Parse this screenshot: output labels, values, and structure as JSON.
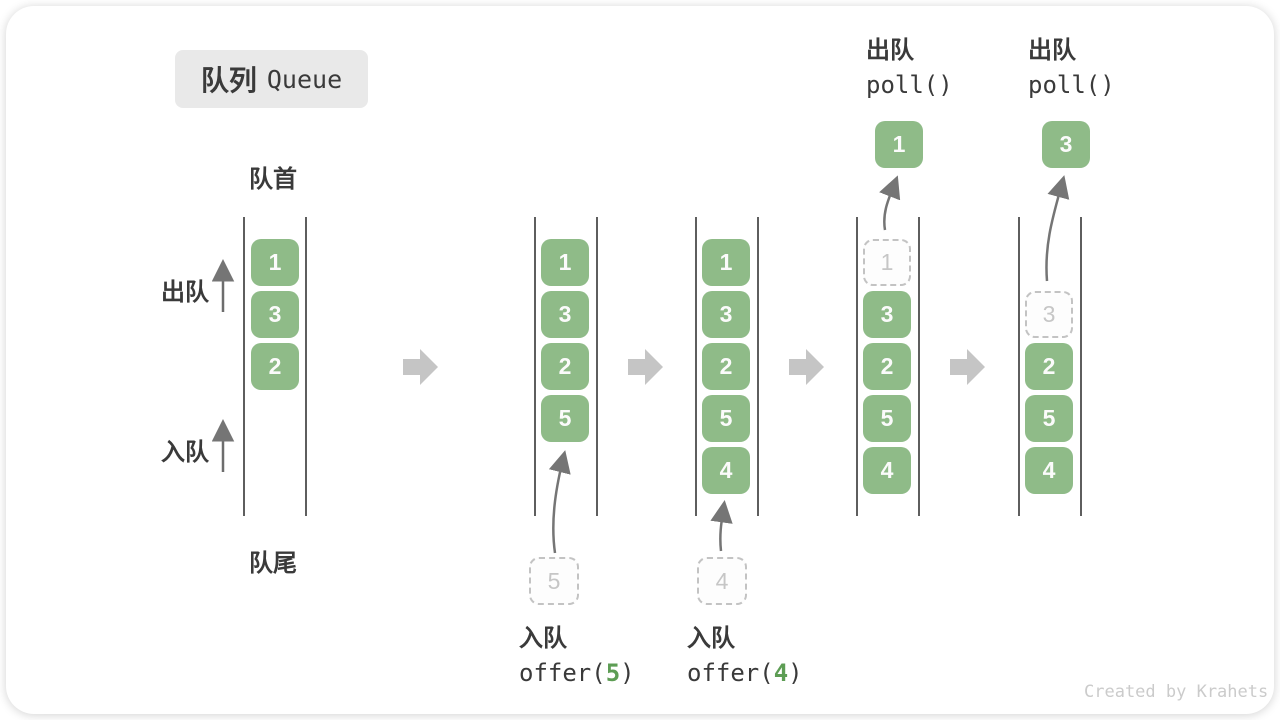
{
  "title": {
    "zh": "队列",
    "en": "Queue"
  },
  "labels": {
    "front": "队首",
    "rear": "队尾",
    "dequeue_side": "出队",
    "enqueue_side": "入队"
  },
  "watermark": "Created by Krahets",
  "colors": {
    "box_green": "#8fbb88",
    "arg_green": "#5d9d54",
    "chunky_arrow": "#c5c5c5",
    "thin_arrow": "#757575",
    "badge_bg": "#e9e9e9",
    "text_dark": "#3a3a3a",
    "ghost_gray": "#c6c6c6"
  },
  "states": [
    {
      "items": [
        "1",
        "3",
        "2"
      ]
    },
    {
      "items": [
        "1",
        "3",
        "2",
        "5"
      ],
      "pending": "5",
      "op_label": "入队",
      "op_fn": "offer(",
      "op_arg": "5",
      "op_close": ")"
    },
    {
      "items": [
        "1",
        "3",
        "2",
        "5",
        "4"
      ],
      "pending": "4",
      "op_label": "入队",
      "op_fn": "offer(",
      "op_arg": "4",
      "op_close": ")"
    },
    {
      "ghost": "1",
      "items": [
        "3",
        "2",
        "5",
        "4"
      ],
      "polled": "1",
      "op_label": "出队",
      "op_fn": "poll()"
    },
    {
      "ghost": "3",
      "items": [
        "2",
        "5",
        "4"
      ],
      "polled": "3",
      "op_label": "出队",
      "op_fn": "poll()"
    }
  ]
}
